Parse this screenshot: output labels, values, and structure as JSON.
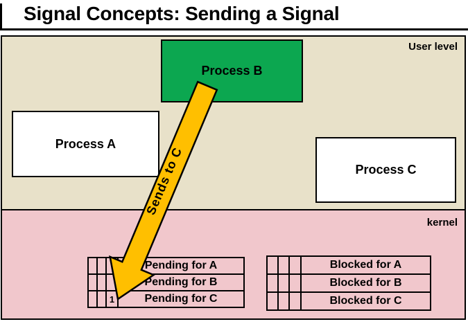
{
  "title": "Signal Concepts: Sending a Signal",
  "regions": {
    "user_level": {
      "label": "User level"
    },
    "kernel": {
      "label": "kernel"
    }
  },
  "processes": {
    "a": {
      "label": "Process A"
    },
    "b": {
      "label": "Process B"
    },
    "c": {
      "label": "Process C"
    }
  },
  "arrow": {
    "label": "Sends to C"
  },
  "tables": {
    "pending": {
      "rows": [
        {
          "cells": [
            "",
            "",
            ""
          ],
          "label": "Pending for A"
        },
        {
          "cells": [
            "",
            "",
            ""
          ],
          "label": "Pending for B"
        },
        {
          "cells": [
            "",
            "",
            "1"
          ],
          "label": "Pending for C"
        }
      ]
    },
    "blocked": {
      "rows": [
        {
          "cells": [
            "",
            "",
            ""
          ],
          "label": "Blocked for A"
        },
        {
          "cells": [
            "",
            "",
            ""
          ],
          "label": "Blocked for B"
        },
        {
          "cells": [
            "",
            "",
            ""
          ],
          "label": "Blocked for C"
        }
      ]
    }
  },
  "colors": {
    "user_level_bg": "#e8e1c9",
    "kernel_bg": "#f1c7cc",
    "process_b_bg": "#0ca750",
    "process_bg": "#ffffff",
    "arrow_fill": "#ffbf00",
    "border": "#000000"
  }
}
